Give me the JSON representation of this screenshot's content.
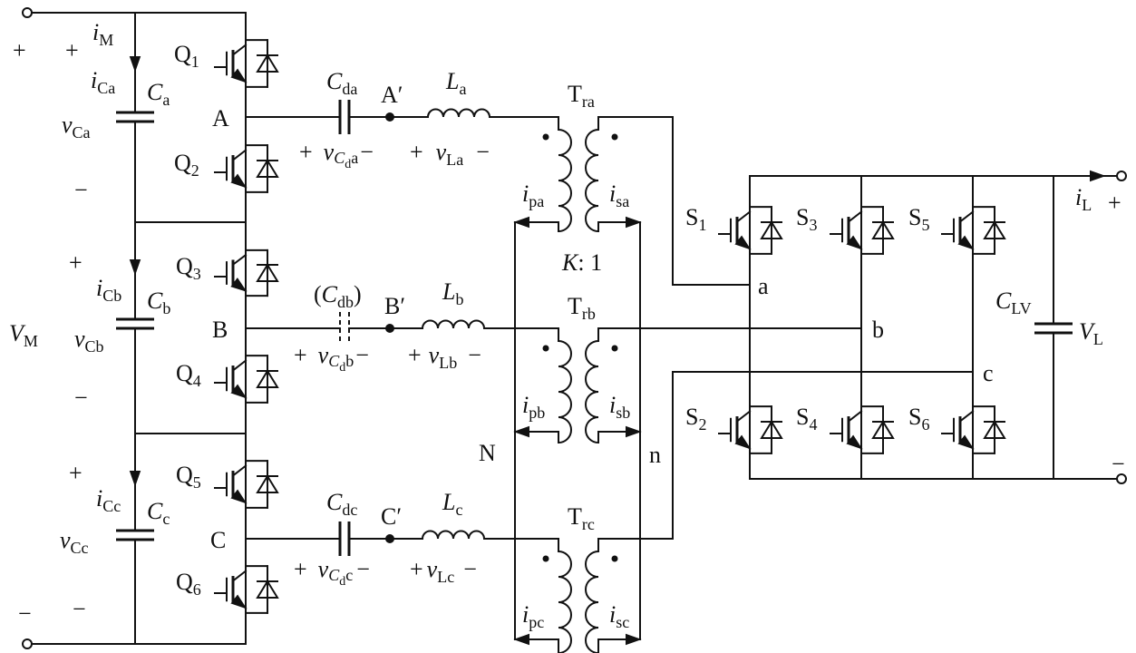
{
  "input": {
    "voltage": "V",
    "voltage_sub": "M",
    "current": "i",
    "current_sub": "M",
    "plus_outer": "+",
    "plus_inner": "+",
    "minus_outer": "−",
    "minus_inner": "−"
  },
  "legs": [
    {
      "cap_i": "i",
      "cap_i_sub": "Ca",
      "cap": "C",
      "cap_sub": "a",
      "cap_v": "v",
      "cap_v_sub": "Ca",
      "plus": "",
      "minus": "−",
      "sw_top": "Q",
      "sw_top_sub": "1",
      "sw_bot": "Q",
      "sw_bot_sub": "2",
      "node": "A",
      "dc_cap": "C",
      "dc_cap_sub": "da",
      "dc_cap_open": "",
      "dc_cap_close": "",
      "node_prime": "A′",
      "dc_v_plus": "+",
      "dc_v": "v",
      "dc_v_sub": "C",
      "dc_v_subsub": "d",
      "dc_v_sub_tail": "a",
      "dc_v_minus": "−",
      "ind": "L",
      "ind_sub": "a",
      "ind_v_plus": "+",
      "ind_v": "v",
      "ind_v_sub": "La",
      "ind_v_minus": "−",
      "xfmr": "T",
      "xfmr_sub": "ra",
      "ip": "i",
      "ip_sub": "pa",
      "is": "i",
      "is_sub": "sa"
    },
    {
      "cap_i": "i",
      "cap_i_sub": "Cb",
      "cap": "C",
      "cap_sub": "b",
      "cap_v": "v",
      "cap_v_sub": "Cb",
      "plus": "+",
      "minus": "−",
      "sw_top": "Q",
      "sw_top_sub": "3",
      "sw_bot": "Q",
      "sw_bot_sub": "4",
      "node": "B",
      "dc_cap": "C",
      "dc_cap_sub": "db",
      "dc_cap_open": "(",
      "dc_cap_close": ")",
      "node_prime": "B′",
      "dc_v_plus": "+",
      "dc_v": "v",
      "dc_v_sub": "C",
      "dc_v_subsub": "d",
      "dc_v_sub_tail": "b",
      "dc_v_minus": "−",
      "ind": "L",
      "ind_sub": "b",
      "ind_v_plus": "+",
      "ind_v": "v",
      "ind_v_sub": "Lb",
      "ind_v_minus": "−",
      "xfmr": "T",
      "xfmr_sub": "rb",
      "ip": "i",
      "ip_sub": "pb",
      "is": "i",
      "is_sub": "sb"
    },
    {
      "cap_i": "i",
      "cap_i_sub": "Cc",
      "cap": "C",
      "cap_sub": "c",
      "cap_v": "v",
      "cap_v_sub": "Cc",
      "plus": "+",
      "minus": "",
      "sw_top": "Q",
      "sw_top_sub": "5",
      "sw_bot": "Q",
      "sw_bot_sub": "6",
      "node": "C",
      "dc_cap": "C",
      "dc_cap_sub": "dc",
      "dc_cap_open": "",
      "dc_cap_close": "",
      "node_prime": "C′",
      "dc_v_plus": "+",
      "dc_v": "v",
      "dc_v_sub": "C",
      "dc_v_subsub": "d",
      "dc_v_sub_tail": "c",
      "dc_v_minus": "−",
      "ind": "L",
      "ind_sub": "c",
      "ind_v_plus": "+",
      "ind_v": "v",
      "ind_v_sub": "Lc",
      "ind_v_minus": "−",
      "xfmr": "T",
      "xfmr_sub": "rc",
      "ip": "i",
      "ip_sub": "pc",
      "is": "i",
      "is_sub": "sc"
    }
  ],
  "turns_ratio": {
    "k": "K",
    "rest": ": 1"
  },
  "neutral_primary": "N",
  "neutral_secondary": "n",
  "lv_bridge": {
    "switches": [
      {
        "name": "S",
        "sub": "1"
      },
      {
        "name": "S",
        "sub": "3"
      },
      {
        "name": "S",
        "sub": "5"
      },
      {
        "name": "S",
        "sub": "2"
      },
      {
        "name": "S",
        "sub": "4"
      },
      {
        "name": "S",
        "sub": "6"
      }
    ],
    "phases": [
      "a",
      "b",
      "c"
    ]
  },
  "output": {
    "cap": "C",
    "cap_sub": "LV",
    "voltage": "V",
    "voltage_sub": "L",
    "current": "i",
    "current_sub": "L",
    "plus": "+",
    "minus": "−"
  }
}
